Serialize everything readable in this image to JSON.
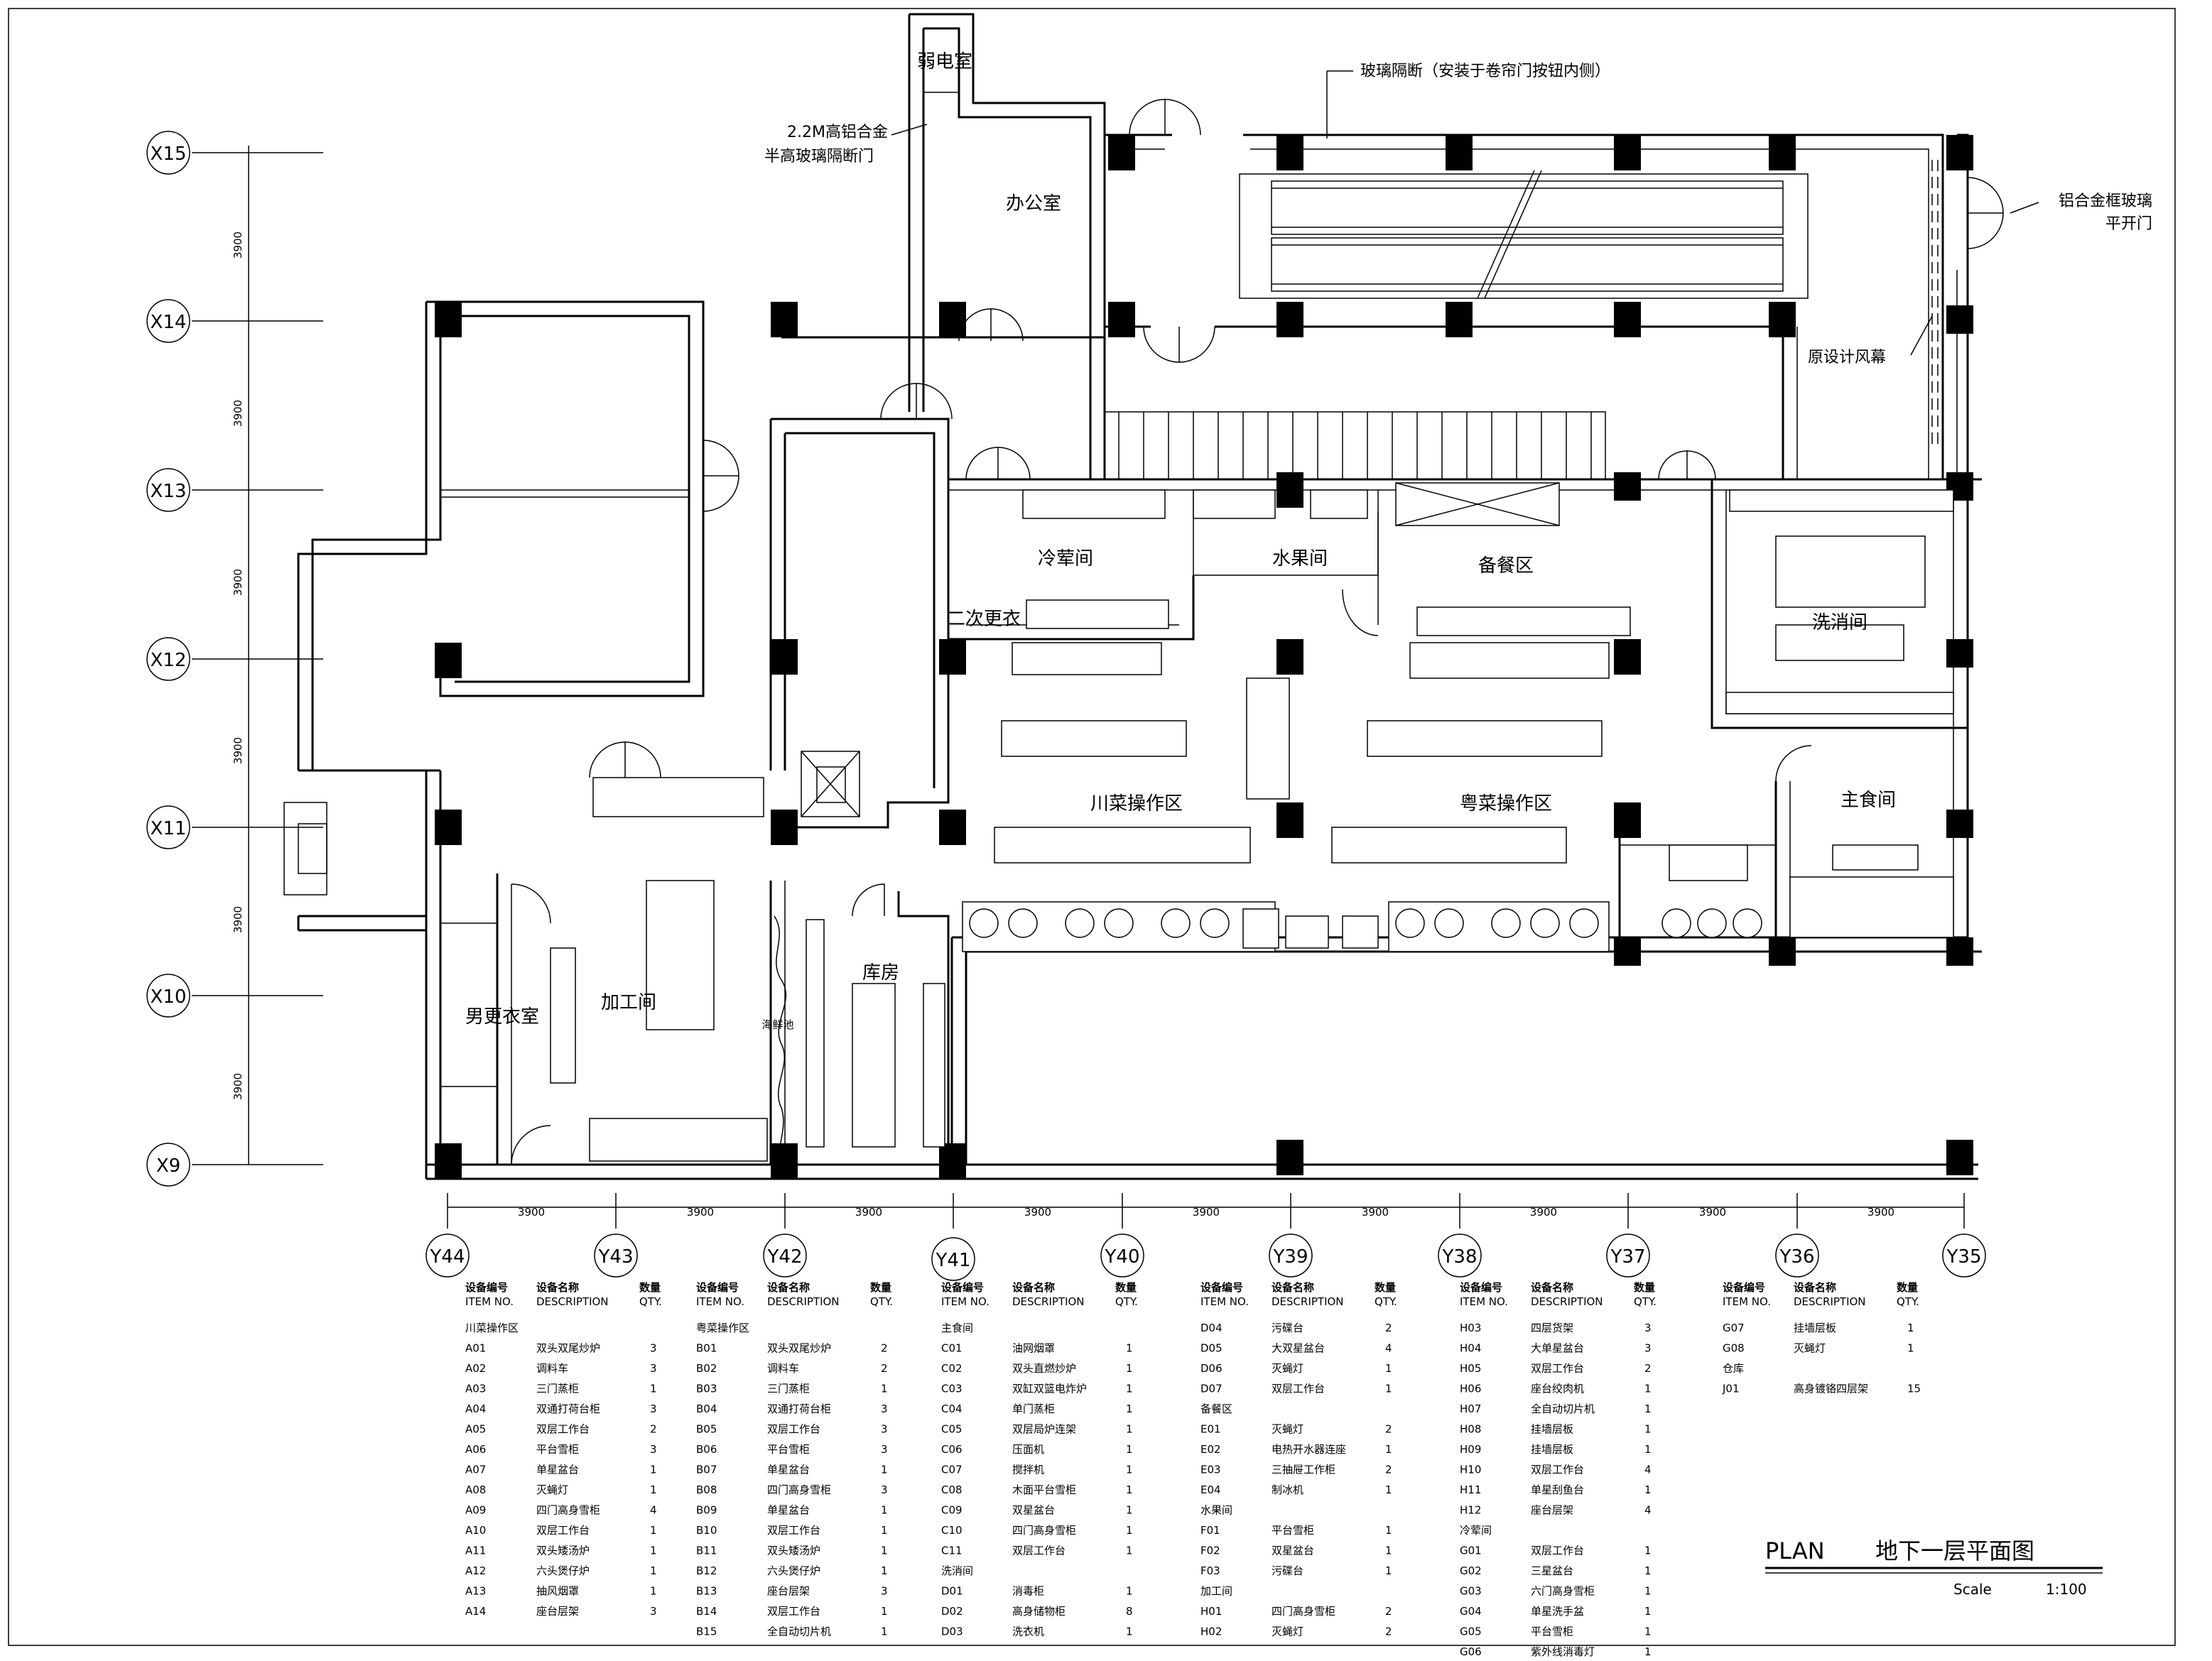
{
  "title": {
    "plan": "PLAN",
    "name": "地下一层平面图",
    "scale_label": "Scale",
    "scale_value": "1:100"
  },
  "axes": {
    "x": [
      "X15",
      "X14",
      "X13",
      "X12",
      "X11",
      "X10",
      "X9"
    ],
    "y": [
      "Y44",
      "Y43",
      "Y42",
      "Y41",
      "Y40",
      "Y39",
      "Y38",
      "Y37",
      "Y36",
      "Y35"
    ],
    "dims": [
      "3900",
      "3900",
      "3900",
      "3900",
      "3900",
      "3900",
      "3900",
      "3900",
      "3900"
    ]
  },
  "rooms": {
    "weak_elec": "弱电室",
    "office": "办公室",
    "cold_dish": "冷荤间",
    "fruit": "水果间",
    "prep_area": "备餐区",
    "wash": "洗消间",
    "second_change": "二次更衣",
    "sichuan": "川菜操作区",
    "cantonese": "粤菜操作区",
    "staple": "主食间",
    "mens_locker": "男更衣室",
    "processing": "加工间",
    "storage": "库房",
    "seafood": "海鲜池"
  },
  "notes": {
    "door_line1": "2.2M高铝合金",
    "door_line2": "半高玻璃隔断门",
    "glass_partition": "玻璃隔断（安装于卷帘门按钮内侧）",
    "alu_door_line1": "铝合金框玻璃",
    "alu_door_line2": "平开门",
    "air_curtain": "原设计风幕"
  },
  "table_headers": {
    "code": "设备编号",
    "code_en": "ITEM NO.",
    "name": "设备名称",
    "name_en": "DESCRIPTION",
    "qty": "数量",
    "qty_en": "QTY."
  },
  "table_columns": [
    [
      {
        "g": "川菜操作区"
      },
      {
        "c": "A01",
        "n": "双头双尾炒炉",
        "q": "3"
      },
      {
        "c": "A02",
        "n": "调料车",
        "q": "3"
      },
      {
        "c": "A03",
        "n": "三门蒸柜",
        "q": "1"
      },
      {
        "c": "A04",
        "n": "双通打荷台柜",
        "q": "3"
      },
      {
        "c": "A05",
        "n": "双层工作台",
        "q": "2"
      },
      {
        "c": "A06",
        "n": "平台雪柜",
        "q": "3"
      },
      {
        "c": "A07",
        "n": "单星盆台",
        "q": "1"
      },
      {
        "c": "A08",
        "n": "灭蝇灯",
        "q": "1"
      },
      {
        "c": "A09",
        "n": "四门高身雪柜",
        "q": "4"
      },
      {
        "c": "A10",
        "n": "双层工作台",
        "q": "1"
      },
      {
        "c": "A11",
        "n": "双头矮汤炉",
        "q": "1"
      },
      {
        "c": "A12",
        "n": "六头煲仔炉",
        "q": "1"
      },
      {
        "c": "A13",
        "n": "抽风烟罩",
        "q": "1"
      },
      {
        "c": "A14",
        "n": "座台层架",
        "q": "3"
      }
    ],
    [
      {
        "g": "粤菜操作区"
      },
      {
        "c": "B01",
        "n": "双头双尾炒炉",
        "q": "2"
      },
      {
        "c": "B02",
        "n": "调料车",
        "q": "2"
      },
      {
        "c": "B03",
        "n": "三门蒸柜",
        "q": "1"
      },
      {
        "c": "B04",
        "n": "双通打荷台柜",
        "q": "3"
      },
      {
        "c": "B05",
        "n": "双层工作台",
        "q": "3"
      },
      {
        "c": "B06",
        "n": "平台雪柜",
        "q": "3"
      },
      {
        "c": "B07",
        "n": "单星盆台",
        "q": "1"
      },
      {
        "c": "B08",
        "n": "四门高身雪柜",
        "q": "3"
      },
      {
        "c": "B09",
        "n": "单星盆台",
        "q": "1"
      },
      {
        "c": "B10",
        "n": "双层工作台",
        "q": "1"
      },
      {
        "c": "B11",
        "n": "双头矮汤炉",
        "q": "1"
      },
      {
        "c": "B12",
        "n": "六头煲仔炉",
        "q": "1"
      },
      {
        "c": "B13",
        "n": "座台层架",
        "q": "3"
      },
      {
        "c": "B14",
        "n": "双层工作台",
        "q": "1"
      },
      {
        "c": "B15",
        "n": "全自动切片机",
        "q": "1"
      }
    ],
    [
      {
        "g": "主食间"
      },
      {
        "c": "C01",
        "n": "油网烟罩",
        "q": "1"
      },
      {
        "c": "C02",
        "n": "双头直燃炒炉",
        "q": "1"
      },
      {
        "c": "C03",
        "n": "双缸双篮电炸炉",
        "q": "1"
      },
      {
        "c": "C04",
        "n": "单门蒸柜",
        "q": "1"
      },
      {
        "c": "C05",
        "n": "双层局炉连架",
        "q": "1"
      },
      {
        "c": "C06",
        "n": "压面机",
        "q": "1"
      },
      {
        "c": "C07",
        "n": "搅拌机",
        "q": "1"
      },
      {
        "c": "C08",
        "n": "木面平台雪柜",
        "q": "1"
      },
      {
        "c": "C09",
        "n": "双星盆台",
        "q": "1"
      },
      {
        "c": "C10",
        "n": "四门高身雪柜",
        "q": "1"
      },
      {
        "c": "C11",
        "n": "双层工作台",
        "q": "1"
      },
      {
        "g": "洗消间"
      },
      {
        "c": "D01",
        "n": "消毒柜",
        "q": "1"
      },
      {
        "c": "D02",
        "n": "高身储物柜",
        "q": "8"
      },
      {
        "c": "D03",
        "n": "洗衣机",
        "q": "1"
      }
    ],
    [
      {
        "c": "D04",
        "n": "污碟台",
        "q": "2"
      },
      {
        "c": "D05",
        "n": "大双星盆台",
        "q": "4"
      },
      {
        "c": "D06",
        "n": "灭蝇灯",
        "q": "1"
      },
      {
        "c": "D07",
        "n": "双层工作台",
        "q": "1"
      },
      {
        "g": "备餐区"
      },
      {
        "c": "E01",
        "n": "灭蝇灯",
        "q": "2"
      },
      {
        "c": "E02",
        "n": "电热开水器连座",
        "q": "1"
      },
      {
        "c": "E03",
        "n": "三抽屉工作柜",
        "q": "2"
      },
      {
        "c": "E04",
        "n": "制冰机",
        "q": "1"
      },
      {
        "g": "水果间"
      },
      {
        "c": "F01",
        "n": "平台雪柜",
        "q": "1"
      },
      {
        "c": "F02",
        "n": "双星盆台",
        "q": "1"
      },
      {
        "c": "F03",
        "n": "污碟台",
        "q": "1"
      },
      {
        "g": "加工间"
      },
      {
        "c": "H01",
        "n": "四门高身雪柜",
        "q": "2"
      },
      {
        "c": "H02",
        "n": "灭蝇灯",
        "q": "2"
      }
    ],
    [
      {
        "c": "H03",
        "n": "四层货架",
        "q": "3"
      },
      {
        "c": "H04",
        "n": "大单星盆台",
        "q": "3"
      },
      {
        "c": "H05",
        "n": "双层工作台",
        "q": "2"
      },
      {
        "c": "H06",
        "n": "座台绞肉机",
        "q": "1"
      },
      {
        "c": "H07",
        "n": "全自动切片机",
        "q": "1"
      },
      {
        "c": "H08",
        "n": "挂墙层板",
        "q": "1"
      },
      {
        "c": "H09",
        "n": "挂墙层板",
        "q": "1"
      },
      {
        "c": "H10",
        "n": "双层工作台",
        "q": "4"
      },
      {
        "c": "H11",
        "n": "单星刮鱼台",
        "q": "1"
      },
      {
        "c": "H12",
        "n": "座台层架",
        "q": "4"
      },
      {
        "g": "冷荤间"
      },
      {
        "c": "G01",
        "n": "双层工作台",
        "q": "1"
      },
      {
        "c": "G02",
        "n": "三星盆台",
        "q": "1"
      },
      {
        "c": "G03",
        "n": "六门高身雪柜",
        "q": "1"
      },
      {
        "c": "G04",
        "n": "单星洗手盆",
        "q": "1"
      },
      {
        "c": "G05",
        "n": "平台雪柜",
        "q": "1"
      },
      {
        "c": "G06",
        "n": "紫外线消毒灯",
        "q": "1"
      }
    ],
    [
      {
        "c": "G07",
        "n": "挂墙层板",
        "q": "1"
      },
      {
        "c": "G08",
        "n": "灭蝇灯",
        "q": "1"
      },
      {
        "g": "仓库"
      },
      {
        "c": "J01",
        "n": "高身镀铬四层架",
        "q": "15"
      }
    ]
  ]
}
